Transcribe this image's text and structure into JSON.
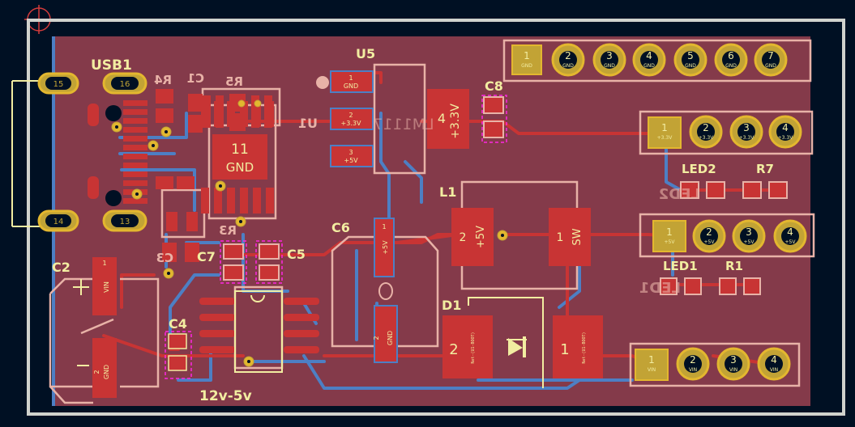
{
  "designators": {
    "usb1": "USB1",
    "u5": "U5",
    "c8": "C8",
    "l1": "L1",
    "c6": "C6",
    "c5": "C5",
    "c7": "C7",
    "c2": "C2",
    "c4": "C4",
    "d1": "D1",
    "led2": "LED2",
    "r7": "R7",
    "led1": "LED1",
    "r1": "R1",
    "r4": "R4",
    "c1": "C1",
    "r5": "R5",
    "c3": "C3",
    "r3": "R3",
    "u1_back": "U1"
  },
  "board_title": "12v-5v",
  "back_labels": {
    "led_back_1": "LED2",
    "led_back_2": "LED1",
    "u5_mirror": "LM1117"
  },
  "pads": {
    "usb_a_13": "13",
    "usb_a_14": "14",
    "usb_b_15": "15",
    "usb_b_16": "16",
    "u5_1_num": "1",
    "u5_1_net": "GND",
    "u5_2_num": "2",
    "u5_2_net": "+3.3V",
    "u5_3_num": "3",
    "u5_3_net": "+5V",
    "u5_4_num": "4",
    "u5_4_net": "+3.3V",
    "u1_11_num": "11",
    "u1_11_net": "GND",
    "l1_2_num": "2",
    "l1_2_net": "+5V",
    "l1_1_num": "1",
    "l1_1_net": "SW",
    "c6_1_num": "1",
    "c6_1_net": "+5V",
    "c6_2_num": "2",
    "c6_2_net": "GND",
    "c2_1_num": "1",
    "c2_1_net": "VIN",
    "c2_2_num": "2",
    "c2_2_net": "GND",
    "d1_2_num": "2",
    "d1_1_num": "1",
    "d1_net": "Net-(U1-BOOT)"
  },
  "headers": [
    {
      "id": "gnd-header",
      "net": "GND",
      "pins": [
        "1",
        "2",
        "3",
        "4",
        "5",
        "6",
        "7"
      ]
    },
    {
      "id": "3v3-header",
      "net": "+3.3V",
      "pins": [
        "1",
        "2",
        "3",
        "4"
      ]
    },
    {
      "id": "5v-header",
      "net": "+5V",
      "pins": [
        "1",
        "2",
        "3",
        "4"
      ]
    },
    {
      "id": "vin-header",
      "net": "VIN",
      "pins": [
        "1",
        "2",
        "3",
        "4"
      ]
    }
  ],
  "colors": {
    "background": "#001023",
    "edge_cuts": "#d0d2cd",
    "board_fill": "#843a4a",
    "front_copper": "#c83434",
    "back_copper": "#4d7fc4",
    "front_silk": "#f2eda1",
    "back_silk": "#e8b2a7",
    "courtyard": "#ff26e2",
    "pad_gold": "#c2a335",
    "via_ring": "#e3b72f"
  }
}
